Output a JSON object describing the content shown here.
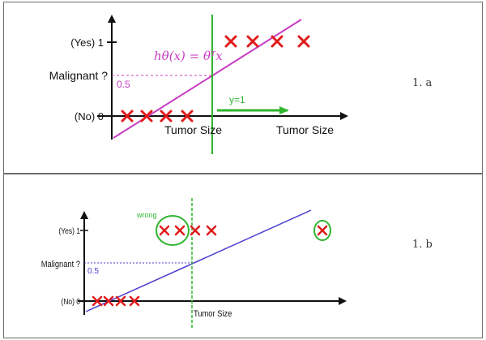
{
  "panel_a": {
    "yes_label": "(Yes) 1",
    "malignant_label": "Malignant ?",
    "no_label": "(No) 0",
    "threshold_label": "0.5",
    "hypothesis_label": "hθ(x) = θᵀx",
    "arrow_label": "y=1",
    "xlabel_mid": "Tumor Size",
    "xlabel_end": "Tumor Size",
    "panel_id": "1. a",
    "colors": {
      "cross": "#e01b1b",
      "hypothesis": "#c83cc3",
      "boundary": "#2fb52f",
      "threshold": "#c83cc3"
    }
  },
  "panel_b": {
    "yes_label": "(Yes) 1",
    "malignant_label": "Malignant ?",
    "no_label": "(No) 0",
    "threshold_label": "0.5",
    "wrong_label": "wrong",
    "xlabel": "Tumor Size",
    "panel_id": "1. b",
    "colors": {
      "cross": "#e01b1b",
      "hypothesis": "#4b3fd0",
      "boundary": "#2fb52f",
      "threshold": "#4b3fd0",
      "circle": "#2fb52f"
    }
  }
}
